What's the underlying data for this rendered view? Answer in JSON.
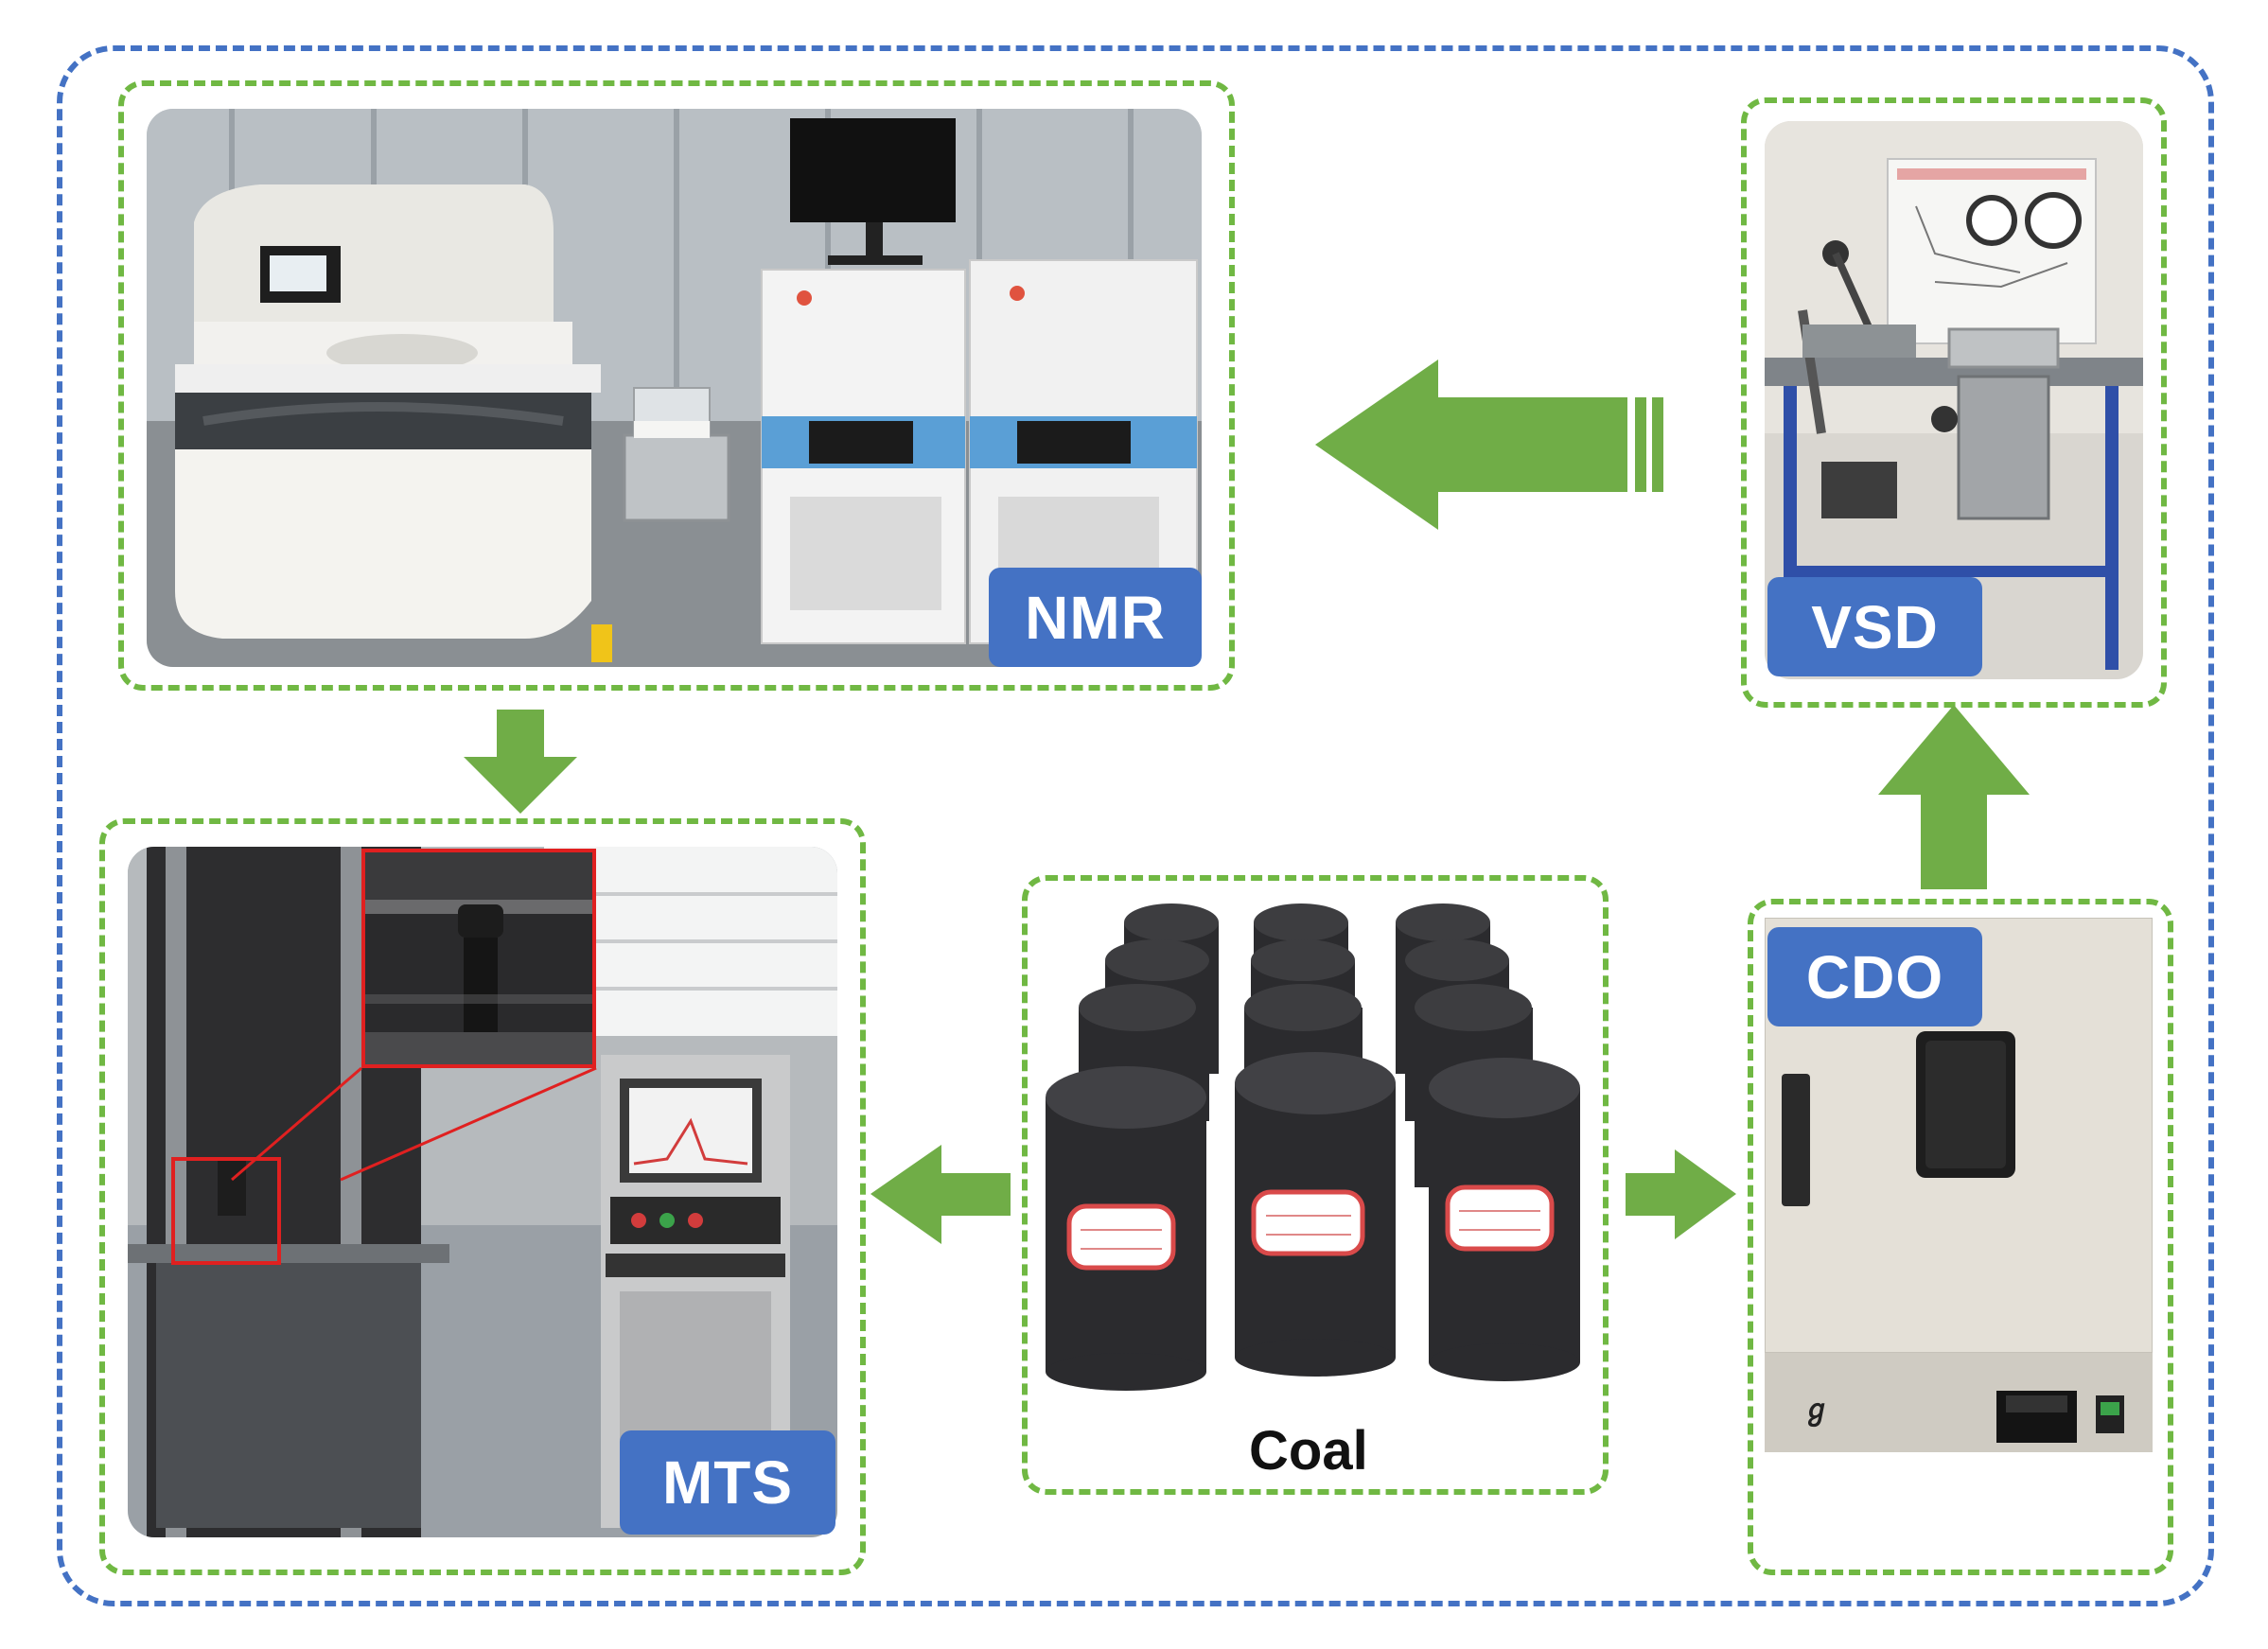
{
  "labels": {
    "nmr": "NMR",
    "vsd": "VSD",
    "mts": "MTS",
    "cdo": "CDO",
    "coal": "Coal"
  },
  "colors": {
    "outer_border": "#4472c4",
    "panel_border": "#70b843",
    "arrow": "#70ad47",
    "label_bg": "#4472c4",
    "label_text": "#ffffff"
  },
  "icons": {
    "nmr_photo": "nmr-instrument-photo",
    "vsd_photo": "vacuum-saturation-device-photo",
    "mts_photo": "mts-testing-machine-photo",
    "cdo_photo": "drying-oven-photo",
    "coal_photo": "coal-samples-photo"
  }
}
